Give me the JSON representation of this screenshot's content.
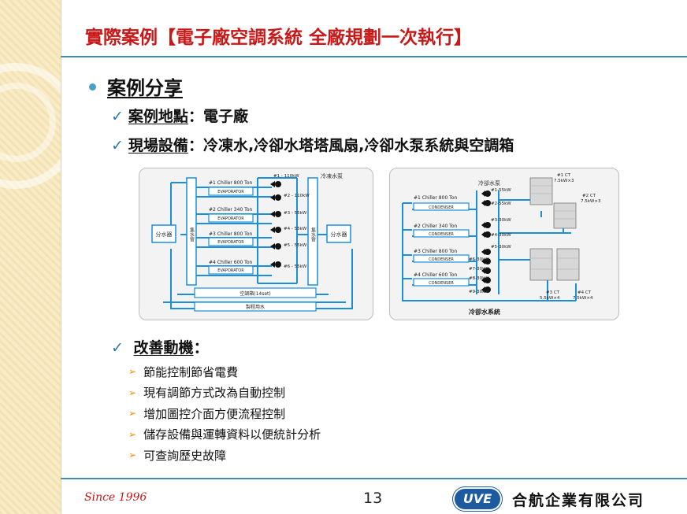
{
  "title": "實際案例【電子廠空調系統   全廠規劃一次執行】",
  "heading": "案例分享",
  "location": {
    "label": "案例地點",
    "sep": "：",
    "value": "電子廠"
  },
  "equipment": {
    "label": "現場設備",
    "sep": "：",
    "value": "冷凍水,冷卻水塔塔風扇,冷卻水泵系統與空調箱"
  },
  "motivation": {
    "label": "改善動機",
    "sep": "："
  },
  "items": [
    "節能控制節省電費",
    "現有調節方式改為自動控制",
    "增加圖控介面方便流程控制",
    "儲存設備與運轉資料以便統計分析",
    "可查詢歷史故障"
  ],
  "diagram1": {
    "pump_header": "冷凍水泵",
    "left_tank": "分水器",
    "right_tank": "分水器",
    "left_header": "集水管",
    "right_header": "集水管",
    "evaporator": "EVAPORATOR",
    "chillers": [
      "#1 Chiller 800 Ton",
      "#2 Chiller 340 Ton",
      "#3 Chiller 800 Ton",
      "#4 Chiller 600 Ton"
    ],
    "pumps": [
      "#1 - 110kW",
      "#2 - 110kW",
      "#3 - 55kW",
      "#4 - 55kW",
      "#5 - 55kW",
      "#6 - 55kW"
    ],
    "ahu": "空調箱(14set)",
    "process": "製程用水"
  },
  "diagram2": {
    "pump_header": "冷卻水泵",
    "condenser": "CONDENSER",
    "chillers": [
      "#1 Chiller 800 Ton",
      "#2 Chiller 340 Ton",
      "#3 Chiller 800 Ton",
      "#4 Chiller 600 Ton"
    ],
    "pumps": [
      "#1-55kW",
      "#2-55kW",
      "#3-30kW",
      "#4-30kW",
      "#5-30kW",
      "#6-30kW",
      "#7-30kW",
      "#8-30kW",
      "#9-30kW"
    ],
    "towers": [
      {
        "name": "#1 CT",
        "spec": "7.5kW×3"
      },
      {
        "name": "#2 CT",
        "spec": "7.5kW×3"
      },
      {
        "name": "#3 CT",
        "spec": "5.5kW×4"
      },
      {
        "name": "#4 CT",
        "spec": "7.5kW×4"
      }
    ],
    "caption": "冷卻水系統"
  },
  "footer": {
    "since": "Since 1996",
    "page": "13",
    "logo": "UVE",
    "company": "合航企業有限公司"
  },
  "colors": {
    "title": "#c81818",
    "rule": "#3e8fb8",
    "pipe": "#1a8fd8",
    "check": "#2e76b0",
    "arrow": "#f08a00"
  }
}
